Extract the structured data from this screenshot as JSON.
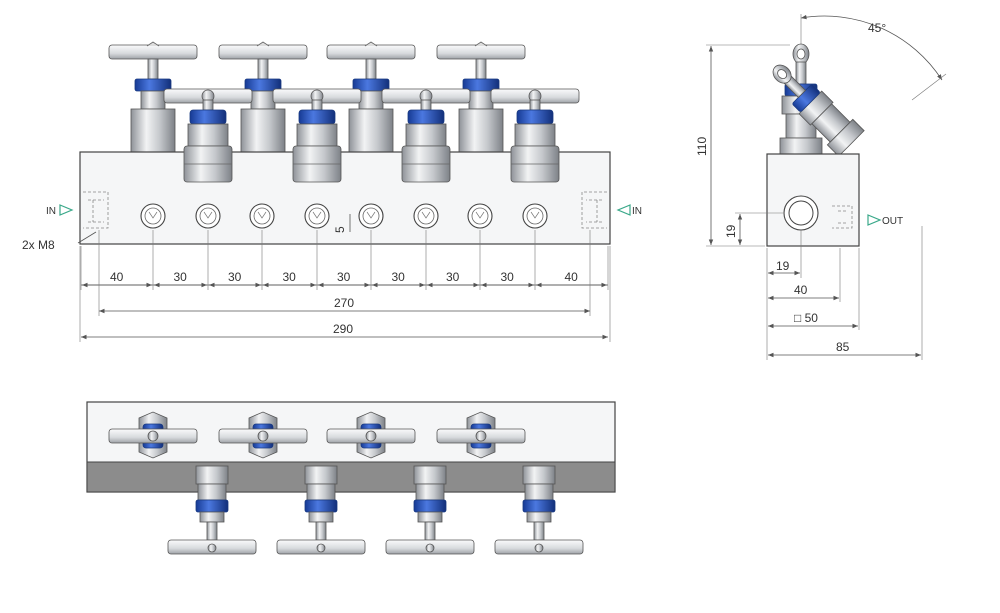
{
  "colors": {
    "arrow_green": "#39a889",
    "valve_blue": "#2a55c0",
    "steel": "#c8cbcf",
    "shadow_gray": "#8c8c8c"
  },
  "front_view": {
    "in_left": "IN",
    "in_right": "IN",
    "thread_note": "2x M8",
    "port_offset": "5",
    "spacing": [
      "40",
      "30",
      "30",
      "30",
      "30",
      "30",
      "30",
      "30",
      "40"
    ],
    "inner_length": "270",
    "overall_length": "290"
  },
  "side_view": {
    "angle": "45°",
    "height": "110",
    "out_label": "OUT",
    "port_height": "19",
    "port_center": "19",
    "width_40": "40",
    "square_50": "□ 50",
    "overall_85": "85"
  }
}
